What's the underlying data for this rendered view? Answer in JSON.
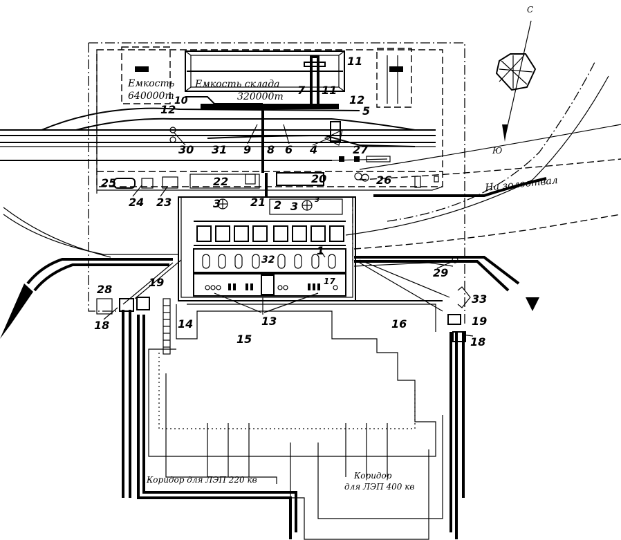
{
  "storage": {
    "capacity_1": "Емкость",
    "capacity_1_value": "640000т",
    "capacity_2": "Емкость склада",
    "capacity_2_value": "320000т"
  },
  "direction": {
    "north": "С",
    "south": "Ю",
    "ash_dump": "На золоотвал"
  },
  "corridors": {
    "left": "Коридор для ЛЭП 220 кв",
    "right_line1": "Коридор",
    "right_line2": "для ЛЭП 400 кв"
  },
  "numbers": {
    "n1": "1",
    "n2": "2",
    "n3a": "3",
    "n3b": "3",
    "n3c": "3",
    "n4": "4",
    "n5": "5",
    "n6": "6",
    "n7": "7",
    "n8": "8",
    "n9": "9",
    "n10": "10",
    "n11a": "11",
    "n11b": "11",
    "n12a": "12",
    "n12b": "12",
    "n13": "13",
    "n14": "14",
    "n15": "15",
    "n16": "16",
    "n17": "17",
    "n18a": "18",
    "n18b": "18",
    "n19a": "19",
    "n19b": "19",
    "n20": "20",
    "n21": "21",
    "n22": "22",
    "n23": "23",
    "n24": "24",
    "n25": "25",
    "n26": "26",
    "n27": "27",
    "n28": "28",
    "n29": "29",
    "n30": "30",
    "n31": "31",
    "n32": "32",
    "n33": "33"
  }
}
